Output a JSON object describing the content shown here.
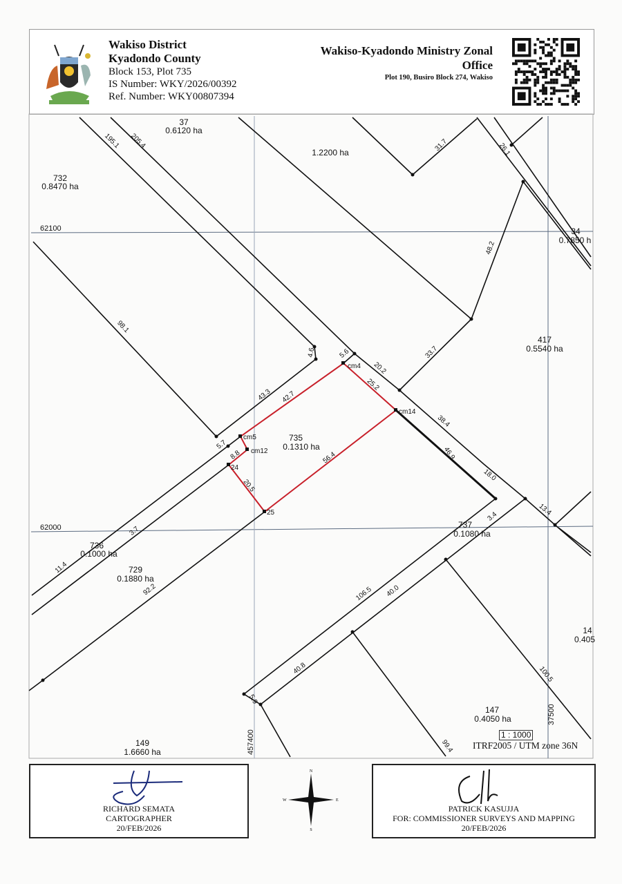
{
  "header": {
    "district": "Wakiso District",
    "county": "Kyadondo County",
    "block_plot": "Block 153, Plot 735",
    "is_number": "IS Number: WKY/2026/00392",
    "ref_number": "Ref. Number: WKY00807394",
    "office_line1": "Wakiso-Kyadondo Ministry Zonal",
    "office_line2": "Office",
    "office_address": "Plot 190, Busiro Block 274, Wakiso",
    "emblem": "uganda-coat-of-arms",
    "qr": "qr-code"
  },
  "map": {
    "grid": {
      "n1": "62100",
      "n2": "62000",
      "e1": "457400",
      "e2": "37500"
    },
    "subject": {
      "number": "735",
      "area": "0.1310 ha",
      "boundary_color": "#c8202a"
    },
    "parcels": [
      {
        "number": "37",
        "area": "0.6120 ha"
      },
      {
        "number": "",
        "area": "1.2200 ha"
      },
      {
        "number": "732",
        "area": "0.8470 ha"
      },
      {
        "number": "34",
        "area": "0.7850 h"
      },
      {
        "number": "417",
        "area": "0.5540 ha"
      },
      {
        "number": "736",
        "area": "0.1000 ha"
      },
      {
        "number": "729",
        "area": "0.1880 ha"
      },
      {
        "number": "737",
        "area": "0.1080 ha"
      },
      {
        "number": "14",
        "area": "0.405"
      },
      {
        "number": "147",
        "area": "0.4050 ha"
      },
      {
        "number": "149",
        "area": "1.6660 ha"
      }
    ],
    "points": [
      "cm4",
      "cm14",
      "cm5",
      "cm12",
      "24",
      "25"
    ],
    "lengths": [
      "195.1",
      "205.4",
      "31.7",
      "26.1",
      "48.2",
      "98.1",
      "4.6",
      "5.6",
      "20.2",
      "25.2",
      "33.7",
      "43.3",
      "42.7",
      "38.4",
      "46.9",
      "5.7",
      "8.8",
      "20.5",
      "56.4",
      "18.0",
      "13.4",
      "11.4",
      "3.7",
      "3.4",
      "92.2",
      "106.5",
      "40.0",
      "40.8",
      "5.9",
      "100.5",
      "99.4"
    ],
    "scale": "1 : 1000",
    "projection": "ITRF2005 / UTM zone 36N"
  },
  "signatures": {
    "left": {
      "name": "RICHARD SEMATA",
      "role": "CARTOGRAPHER",
      "date": "20/FEB/2026"
    },
    "right": {
      "name": "PATRICK KASUJJA",
      "role": "FOR: COMMISSIONER SURVEYS AND MAPPING",
      "date": "20/FEB/2026"
    },
    "compass": {
      "n": "N",
      "s": "S",
      "e": "E",
      "w": "W"
    }
  }
}
